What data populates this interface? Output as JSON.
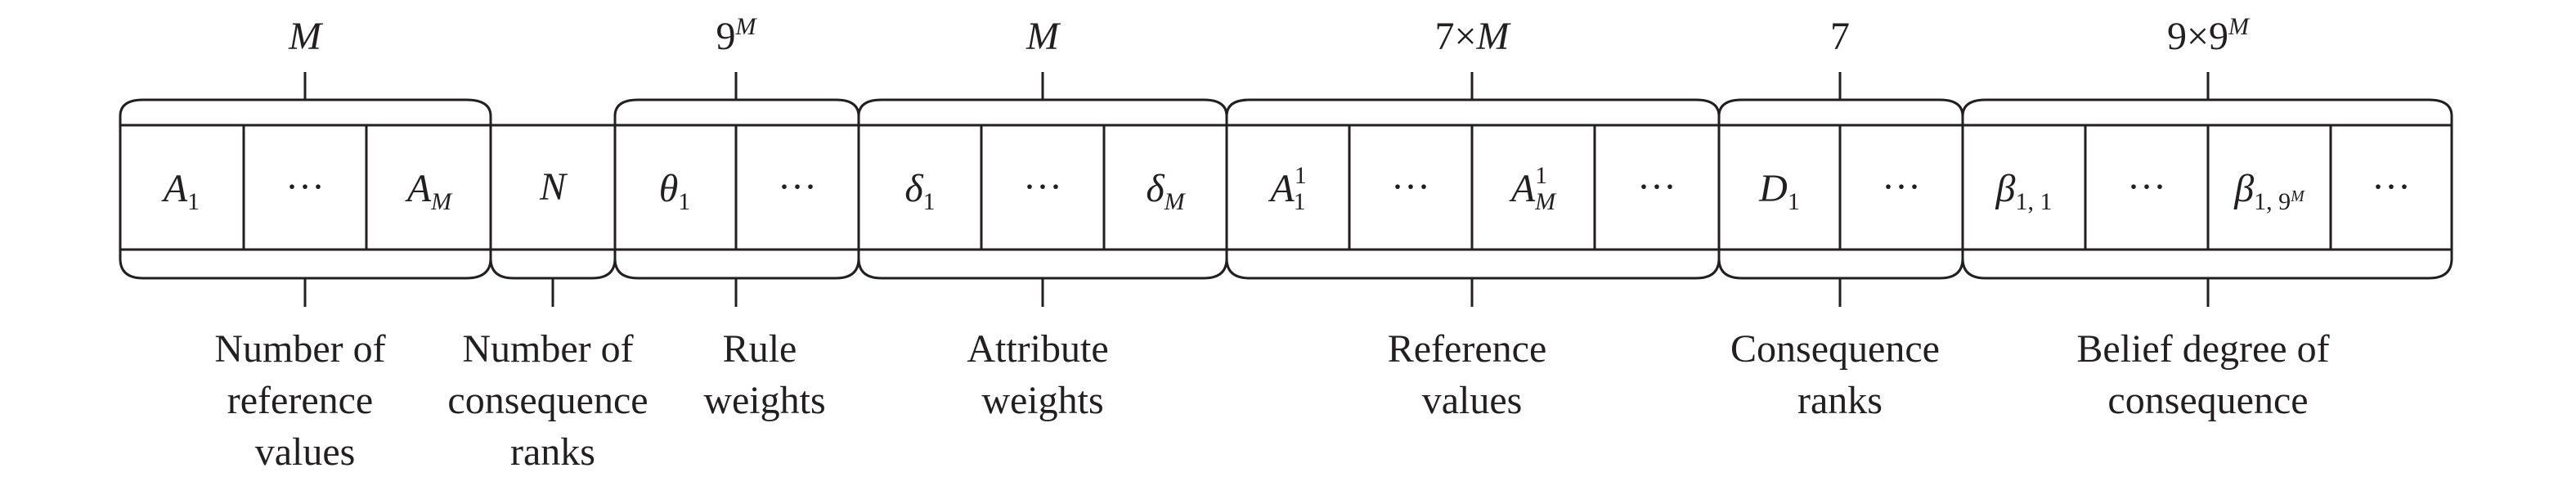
{
  "groups": [
    {
      "id": "reference-values-count",
      "top_label": [
        "M"
      ],
      "cells": [
        "A_1",
        "···",
        "A_M"
      ],
      "caption": [
        "Number of",
        "reference",
        "values"
      ]
    },
    {
      "id": "consequence-ranks-count",
      "top_label": [],
      "cells": [
        "N"
      ],
      "caption": [
        "Number of",
        "consequence",
        "ranks"
      ]
    },
    {
      "id": "rule-weights",
      "top_label": [
        "9",
        "M"
      ],
      "cells": [
        "θ_1",
        "···"
      ],
      "caption": [
        "Rule",
        "weights"
      ]
    },
    {
      "id": "attribute-weights",
      "top_label": [
        "M"
      ],
      "cells": [
        "δ_1",
        "···",
        "δ_M"
      ],
      "caption": [
        "Attribute",
        "weights"
      ]
    },
    {
      "id": "reference-values",
      "top_label": [
        "7×",
        "M"
      ],
      "cells": [
        "A_1^1",
        "···",
        "A_M^1",
        "···"
      ],
      "caption": [
        "Reference",
        "values"
      ]
    },
    {
      "id": "consequence-ranks",
      "top_label": [
        "7"
      ],
      "cells": [
        "D_1",
        "···"
      ],
      "caption": [
        "Consequence",
        "ranks"
      ]
    },
    {
      "id": "belief-degree",
      "top_label": [
        "9×9",
        "M"
      ],
      "cells": [
        "β_1,1",
        "···",
        "β_1,9^M",
        "···"
      ],
      "caption": [
        "Belief degree of",
        "consequence"
      ]
    }
  ]
}
